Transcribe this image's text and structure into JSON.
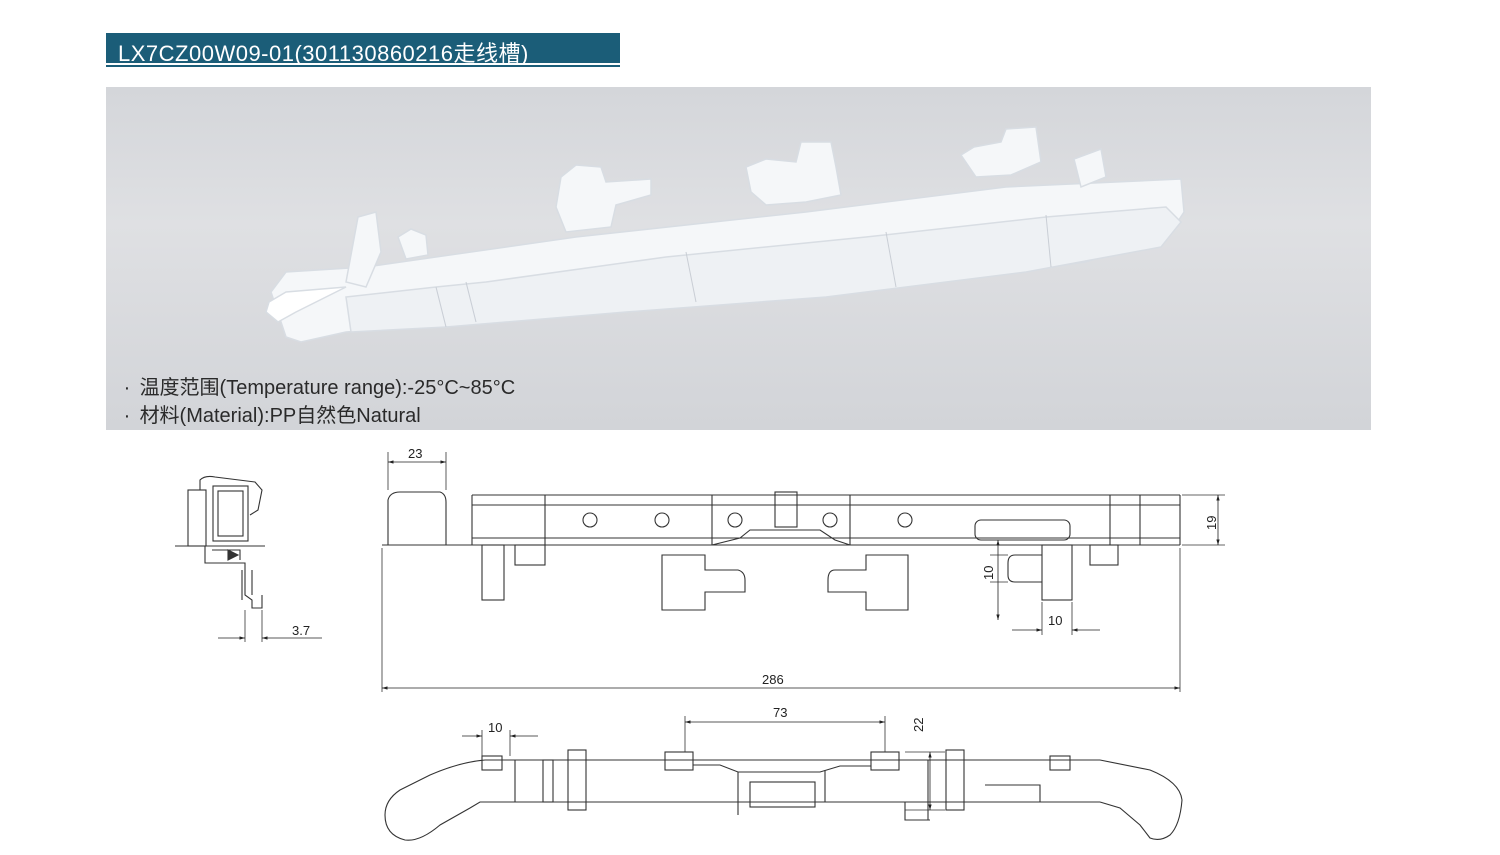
{
  "header": {
    "title": "LX7CZ00W09-01(301130860216走线槽)"
  },
  "specs": [
    {
      "bullet": "·",
      "text": "温度范围(Temperature range):-25°C~85°C"
    },
    {
      "bullet": "·",
      "text": "材料(Material):PP自然色Natural"
    }
  ],
  "dimensions": {
    "d23": "23",
    "d19": "19",
    "d10_side": "10",
    "d10_bottom": "10",
    "d286": "286",
    "d3_7": "3.7",
    "d10_lower": "10",
    "d73": "73",
    "d22": "22"
  },
  "colors": {
    "title_bg": "#1b5d78",
    "photo_bg": "#d9dadd",
    "part": "#f4f6f8",
    "line": "#333333"
  }
}
